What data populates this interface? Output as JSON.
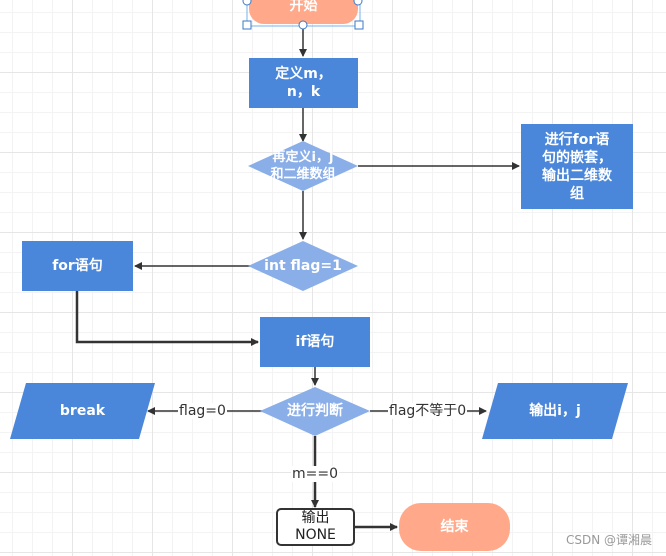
{
  "nodes": {
    "start": "开始",
    "define_mnk": "定义m，\nn，k",
    "define_ij": "再定义i，j\n和二维数组",
    "nested_for": "进行for语\n句的嵌套，\n输出二维数\n组",
    "int_flag": "int flag=1",
    "for_stmt": "for语句",
    "if_stmt": "if语句",
    "judge": "进行判断",
    "break": "break",
    "output_ij": "输出i，j",
    "output_none": "输出\nNONE",
    "end": "结束"
  },
  "edges": {
    "flag_zero": "flag=0",
    "flag_not_zero": "flag不等于0",
    "m_zero": "m==0"
  },
  "watermark": "CSDN @谭湘晨",
  "colors": {
    "process": "#4a86d9",
    "decision": "#8aaee8",
    "terminal": "#ffa98a",
    "stroke": "#333333"
  }
}
